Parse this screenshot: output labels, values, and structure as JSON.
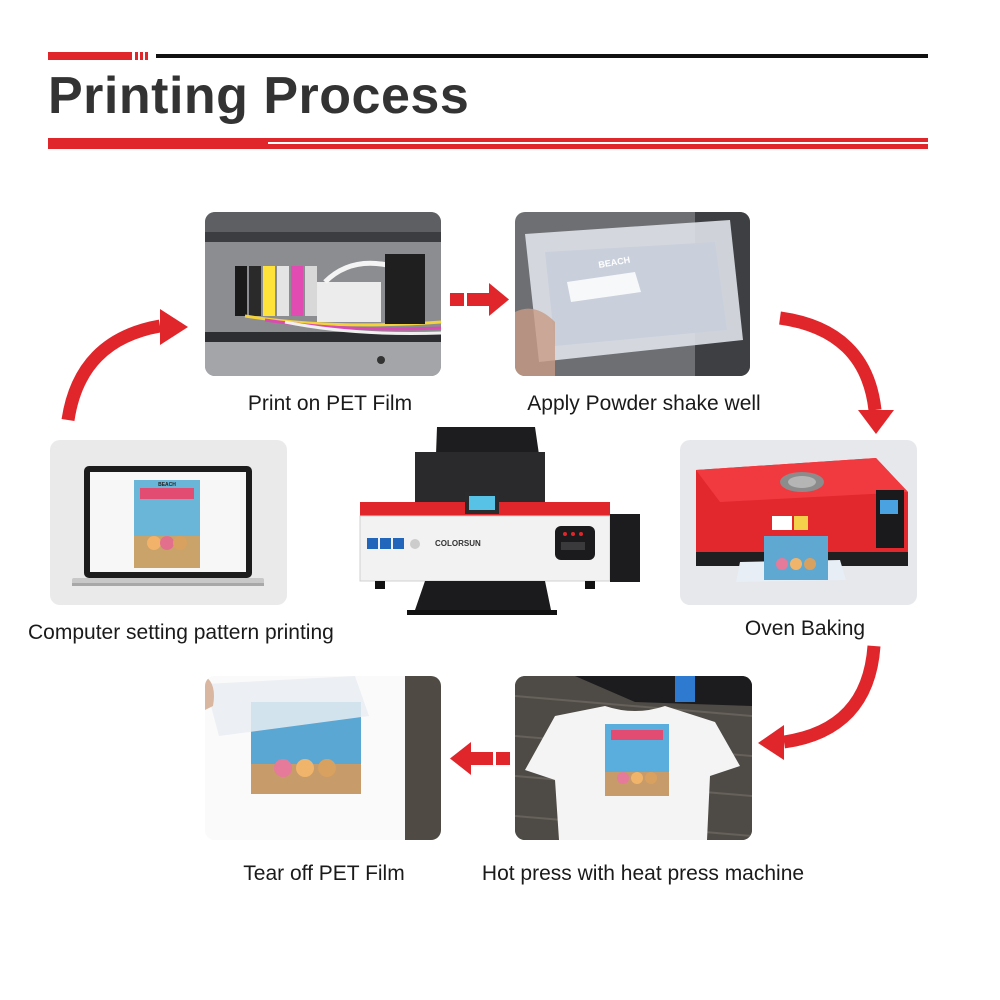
{
  "header": {
    "title": "Printing Process"
  },
  "colors": {
    "accent": "#e0262b",
    "title": "#333333",
    "dark": "#111111"
  },
  "printer": {
    "brand_label": "COLORSUN"
  },
  "steps": [
    {
      "label": "Computer setting pattern printing",
      "image": "laptop-design-photo",
      "art_text": "BEACH"
    },
    {
      "label": "Print on PET Film",
      "image": "printhead-photo"
    },
    {
      "label": "Apply Powder shake well",
      "image": "powder-film-photo",
      "art_text": "BEACH"
    },
    {
      "label": "Oven Baking",
      "image": "oven-photo"
    },
    {
      "label": "Hot press with heat press machine",
      "image": "heat-press-photo"
    },
    {
      "label": "Tear off PET Film",
      "image": "tear-film-photo"
    }
  ]
}
